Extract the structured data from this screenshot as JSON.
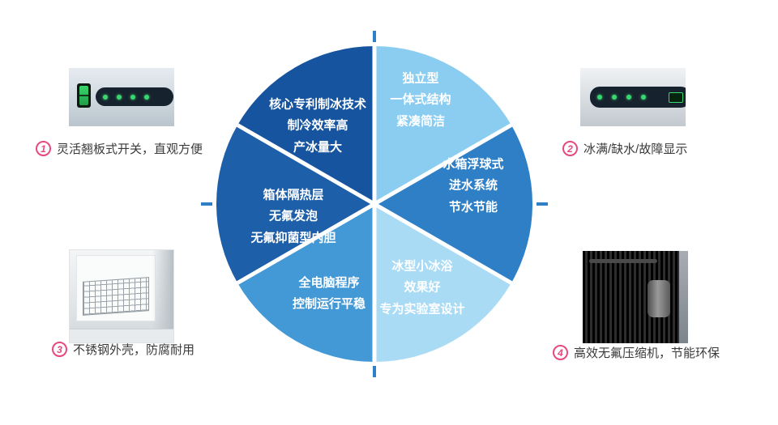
{
  "accent_color": "#e8487f",
  "pie": {
    "tick_color": "#2e7fc6",
    "divider_color": "#ffffff",
    "segments": [
      {
        "position": "top-right",
        "color": "#8bcdf1",
        "lines": [
          "独立型",
          "一体式结构",
          "紧凑简洁"
        ]
      },
      {
        "position": "right",
        "color": "#2e7fc6",
        "lines": [
          "水箱浮球式",
          "进水系统",
          "节水节能"
        ]
      },
      {
        "position": "bottom-right",
        "color": "#a9dbf5",
        "lines": [
          "冰型小冰浴",
          "效果好",
          "专为实验室设计"
        ]
      },
      {
        "position": "bottom-left",
        "color": "#4398d6",
        "lines": [
          "全电脑程序",
          "控制运行平稳"
        ]
      },
      {
        "position": "left",
        "color": "#1d5fa9",
        "lines": [
          "箱体隔热层",
          "无氟发泡",
          "无氟抑菌型内胆"
        ]
      },
      {
        "position": "top-left",
        "color": "#16549f",
        "lines": [
          "核心专利制冰技术",
          "制冷效率高",
          "产冰量大"
        ]
      }
    ]
  },
  "features": [
    {
      "number": "1",
      "caption": "灵活翘板式开关，直观方便",
      "photo": "rocker-switch-panel"
    },
    {
      "number": "2",
      "caption": "冰满/缺水/故障显示",
      "photo": "indicator-display-panel"
    },
    {
      "number": "3",
      "caption": "不锈钢外壳，防腐耐用",
      "photo": "stainless-steel-interior"
    },
    {
      "number": "4",
      "caption": "高效无氟压缩机，节能环保",
      "photo": "compressor"
    }
  ]
}
